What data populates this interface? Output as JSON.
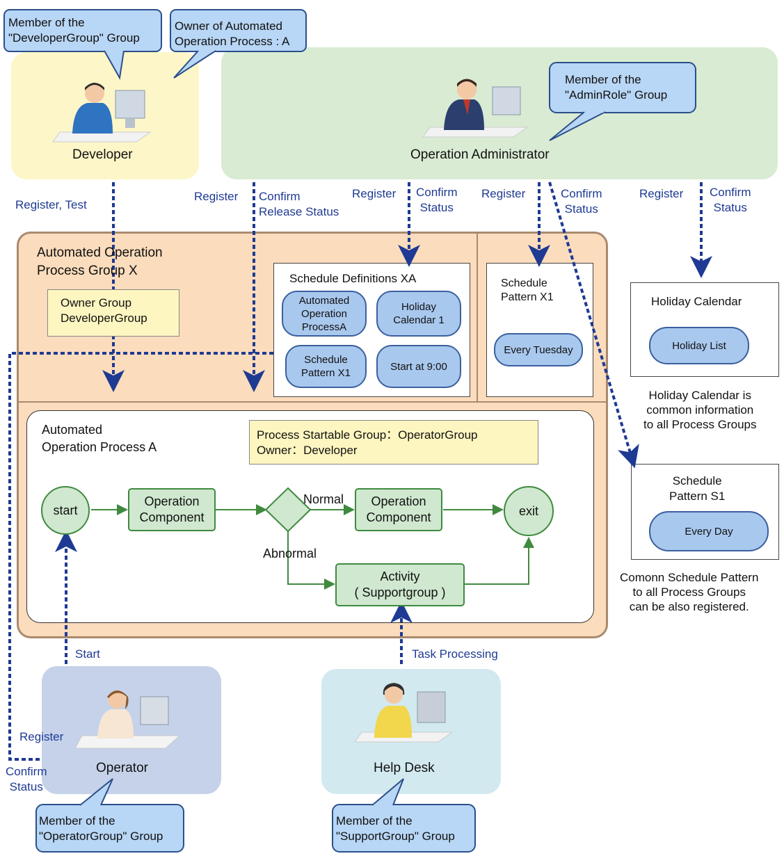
{
  "roles": {
    "developer": "Developer",
    "administrator": "Operation Administrator",
    "operator": "Operator",
    "helpdesk": "Help Desk"
  },
  "callouts": {
    "developer_group": "Member of the\n\"DeveloperGroup\" Group",
    "owner": "Owner of Automated\nOperation Process : A",
    "admin_group": "Member of the\n\"AdminRole\" Group",
    "operator_group": "Member of the\n\"OperatorGroup\" Group",
    "support_group": "Member of the\n\"SupportGroup\" Group"
  },
  "flows": {
    "register_test": "Register, Test",
    "register_1": "Register",
    "confirm_release": "Confirm\nRelease Status",
    "register_2": "Register",
    "confirm_status_1": "Confirm\nStatus",
    "register_3": "Register",
    "confirm_status_2": "Confirm\nStatus",
    "register_4": "Register",
    "confirm_status_3": "Confirm\nStatus",
    "start": "Start",
    "task_processing": "Task Processing",
    "register_op": "Register",
    "confirm_status_op": "Confirm\nStatus"
  },
  "process_group": {
    "title": "Automated  Operation\nProcess  Group X",
    "owner_group": "Owner Group\nDeveloperGroup"
  },
  "schedule_definitions": {
    "title": "Schedule Definitions XA",
    "items": [
      "Automated\nOperation\nProcessA",
      "Holiday\nCalendar 1",
      "Schedule\nPattern X1",
      "Start at 9:00"
    ]
  },
  "schedule_pattern_x1": {
    "title": "Schedule\nPattern X1",
    "item": "Every Tuesday"
  },
  "holiday_calendar": {
    "title": "Holiday Calendar",
    "item": "Holiday List",
    "note": "Holiday Calendar is\ncommon information\nto all Process Groups"
  },
  "schedule_pattern_s1": {
    "title": "Schedule\nPattern S1",
    "item": "Every Day",
    "note": "Comonn Schedule Pattern\nto all Process Groups\ncan be also registered."
  },
  "process_a": {
    "title": "Automated\nOperation Process A",
    "info": "Process Startable Group：OperatorGroup\nOwner：Developer",
    "start": "start",
    "component_1": "Operation\nComponent",
    "component_2": "Operation\nComponent",
    "exit": "exit",
    "normal": "Normal",
    "abnormal": "Abnormal",
    "activity": "Activity\n( Supportgroup )"
  },
  "colors": {
    "developer_bg": "#fdf6c8",
    "admin_bg": "#d9ebd3",
    "operator_bg": "#c5d2ea",
    "helpdesk_bg": "#d2e9ef",
    "group_bg": "#fbdcbc",
    "arrow": "#1f3a93",
    "flow_green": "#3f8a3f"
  }
}
